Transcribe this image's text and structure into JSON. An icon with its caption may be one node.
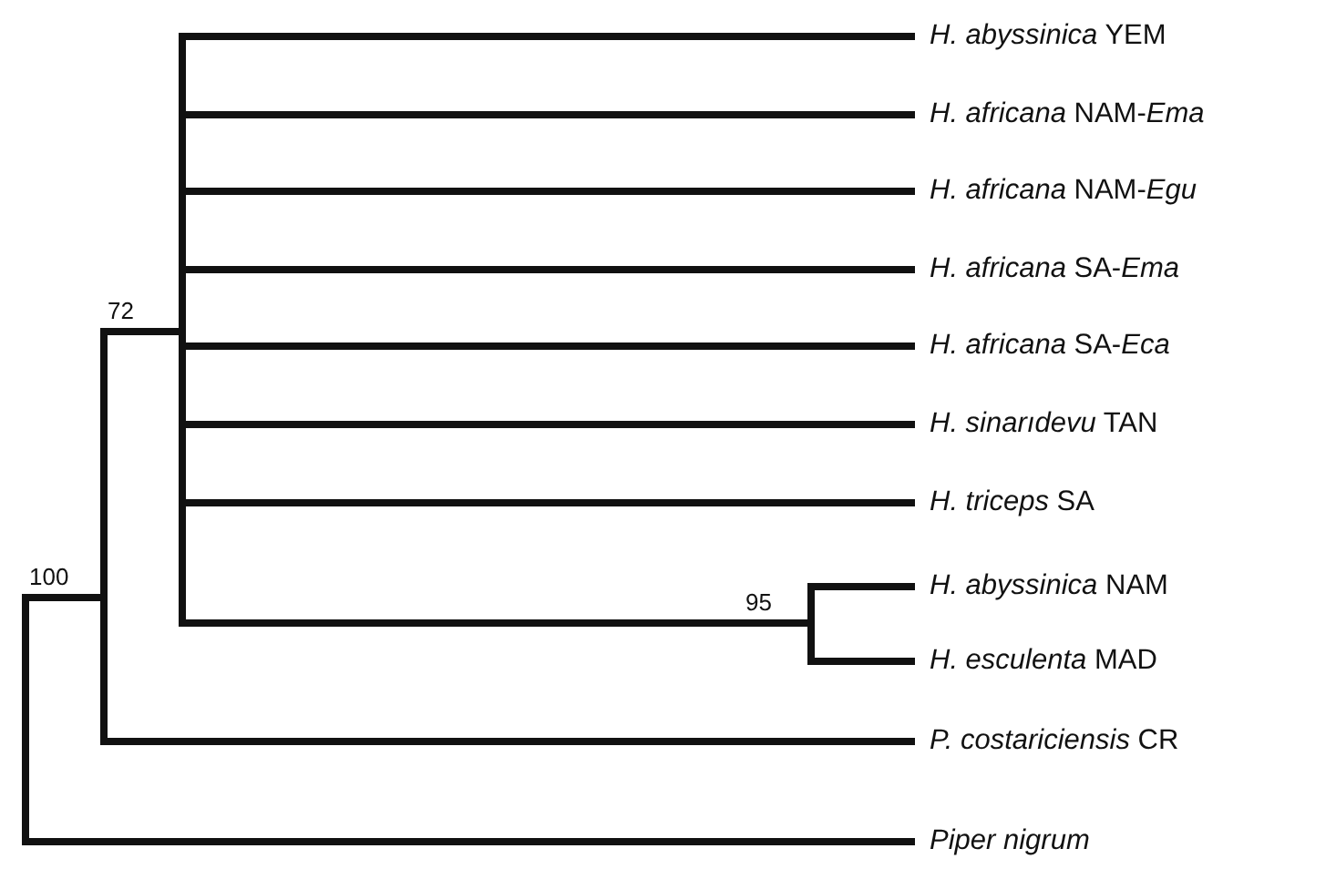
{
  "diagram": {
    "nodes": [
      {
        "text": [],
        "shape": "bar"
      },
      {
        "text": [],
        "shape": "bar"
      },
      {
        "text": [],
        "shape": "bar"
      },
      {
        "text": [
          "*H. abyssinica* YEM"
        ]
      },
      {
        "text": [
          "*H. africana* NAM-*Ema*"
        ]
      },
      {
        "text": [
          "*H. africana* NAM-*Egu*"
        ]
      },
      {
        "text": [
          "*H. africana* SA-*Ema*"
        ]
      },
      {
        "text": [
          "*H. africana* SA-*Eca*"
        ]
      },
      {
        "text": [
          "*H. sinarıdevu* TAN"
        ]
      },
      {
        "text": [
          "*H. triceps* SA"
        ]
      },
      {
        "text": [],
        "shape": "bar"
      },
      {
        "text": [
          "*H. abyssinica* NAM"
        ]
      },
      {
        "text": [
          "*H. esculenta* MAD"
        ]
      },
      {
        "text": [
          "*P. costariciensis* CR"
        ]
      },
      {
        "text": [
          "Piper nigrum"
        ]
      }
    ],
    "edges": [
      {
        "from": 0,
        "to": 1,
        "arrow": "none",
        "label": "100"
      },
      {
        "from": 0,
        "to": 14,
        "arrow": "none"
      },
      {
        "from": 1,
        "to": 2,
        "arrow": "none",
        "label": "72"
      },
      {
        "from": 1,
        "to": 13,
        "arrow": "none"
      },
      {
        "from": 2,
        "to": 3,
        "arrow": "none"
      },
      {
        "from": 2,
        "to": 4,
        "arrow": "none"
      },
      {
        "from": 2,
        "to": 5,
        "arrow": "none"
      },
      {
        "from": 2,
        "to": 6,
        "arrow": "none"
      },
      {
        "from": 2,
        "to": 7,
        "arrow": "none"
      },
      {
        "from": 2,
        "to": 8,
        "arrow": "none"
      },
      {
        "from": 2,
        "to": 9,
        "arrow": "none"
      },
      {
        "from": 2,
        "to": 10,
        "arrow": "none",
        "label": "95"
      },
      {
        "from": 10,
        "to": 11,
        "arrow": "none"
      },
      {
        "from": 10,
        "to": 12,
        "arrow": "none"
      }
    ]
  }
}
